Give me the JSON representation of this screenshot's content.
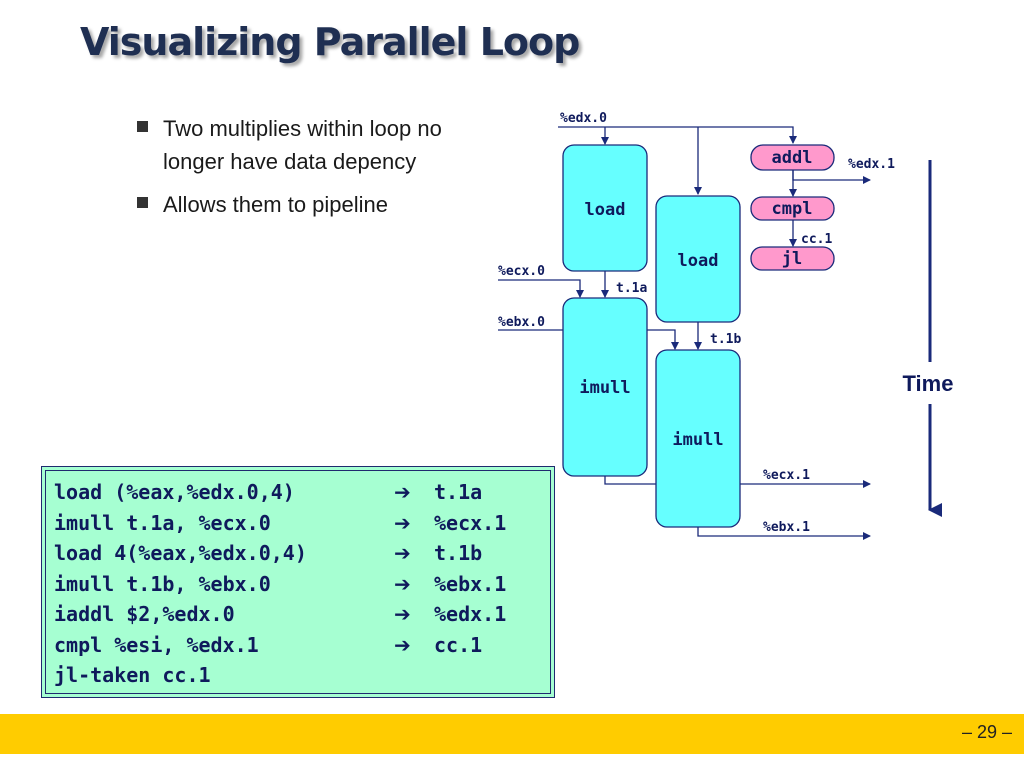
{
  "slide": {
    "title": "Visualizing Parallel Loop",
    "bullets": [
      "Two multiplies within loop no longer have data depency",
      "Allows them to pipeline"
    ],
    "page_number": "– 29 –"
  },
  "diagram": {
    "boxes": {
      "load1": "load",
      "load2": "load",
      "imull1": "imull",
      "imull2": "imull",
      "addl": "addl",
      "cmpl": "cmpl",
      "jl": "jl"
    },
    "labels": {
      "edx0": "%edx.0",
      "edx1": "%edx.1",
      "cc1": "cc.1",
      "ecx0": "%ecx.0",
      "t1a": "t.1a",
      "ebx0": "%ebx.0",
      "t1b": "t.1b",
      "ecx1": "%ecx.1",
      "ebx1": "%ebx.1",
      "time": "Time"
    },
    "colors": {
      "op_box": "#66ffff",
      "branch_box": "#ff99cc",
      "line": "#1a2a7a"
    }
  },
  "code": [
    {
      "instr": "load (%eax,%edx.0,4)",
      "arrow": "➔",
      "dest": "t.1a"
    },
    {
      "instr": "imull t.1a, %ecx.0",
      "arrow": "➔",
      "dest": "%ecx.1"
    },
    {
      "instr": "load 4(%eax,%edx.0,4)",
      "arrow": "➔",
      "dest": "t.1b"
    },
    {
      "instr": "imull t.1b, %ebx.0",
      "arrow": "➔",
      "dest": "%ebx.1"
    },
    {
      "instr": "iaddl $2,%edx.0",
      "arrow": "➔",
      "dest": "%edx.1"
    },
    {
      "instr": "cmpl %esi, %edx.1",
      "arrow": "➔",
      "dest": "cc.1"
    },
    {
      "instr": "jl-taken cc.1",
      "arrow": "",
      "dest": ""
    }
  ]
}
